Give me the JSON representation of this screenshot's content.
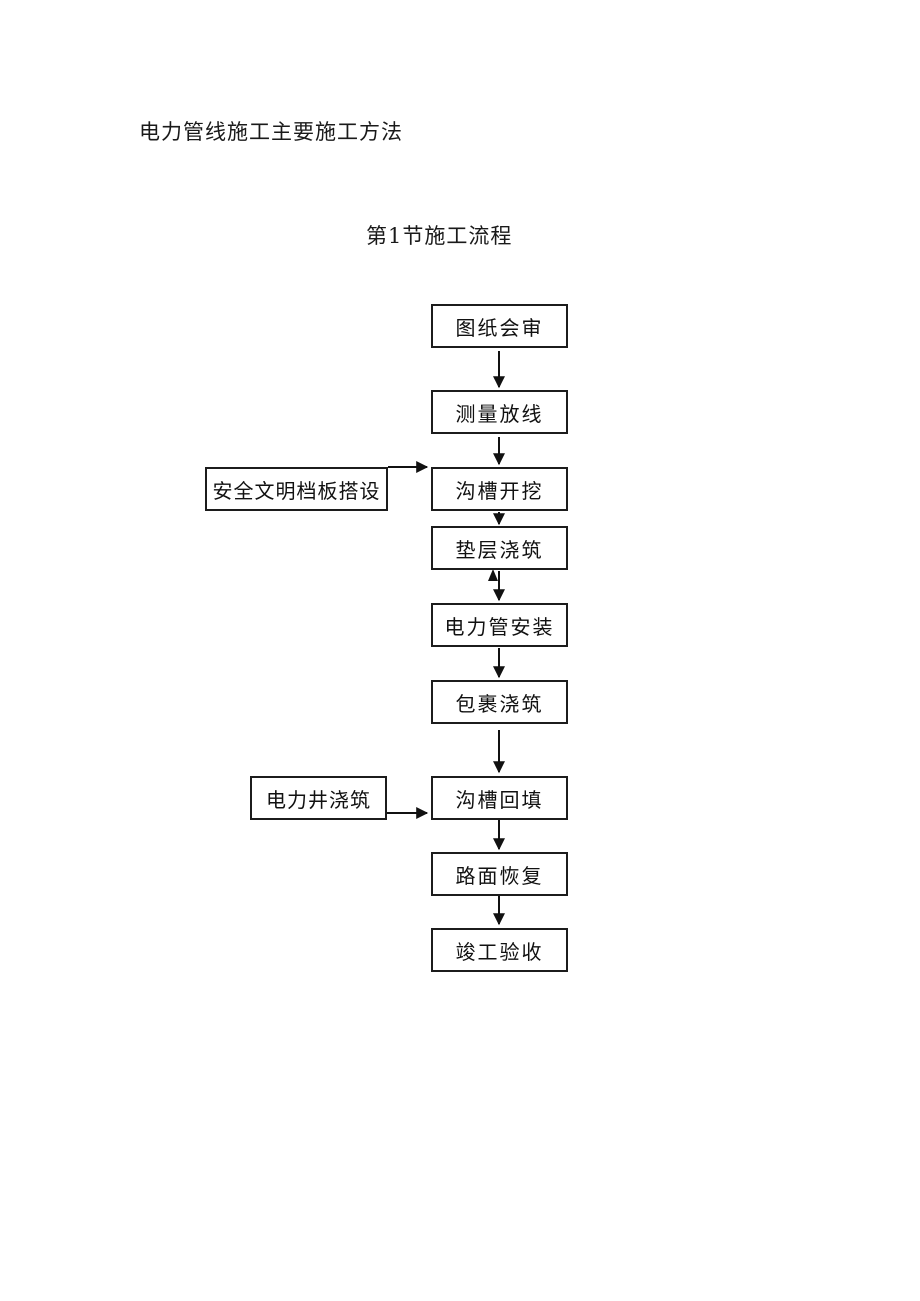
{
  "document": {
    "title": "电力管线施工主要施工方法",
    "section_heading": "第1节施工流程"
  },
  "flowchart": {
    "nodes": [
      {
        "label": "图纸会审"
      },
      {
        "label": "测量放线"
      },
      {
        "label": "沟槽开挖"
      },
      {
        "label": "垫层浇筑"
      },
      {
        "label": "电力管安装"
      },
      {
        "label": "包裹浇筑"
      },
      {
        "label": "沟槽回填"
      },
      {
        "label": "路面恢复"
      },
      {
        "label": "竣工验收"
      }
    ],
    "side_nodes": [
      {
        "label": "安全文明档板搭设",
        "connects_to": "沟槽开挖"
      },
      {
        "label": "电力井浇筑",
        "connects_to": "沟槽回填"
      }
    ],
    "flow_note_bidirectional": "垫层浇筑 与 电力管安装 之间为双向箭头"
  }
}
